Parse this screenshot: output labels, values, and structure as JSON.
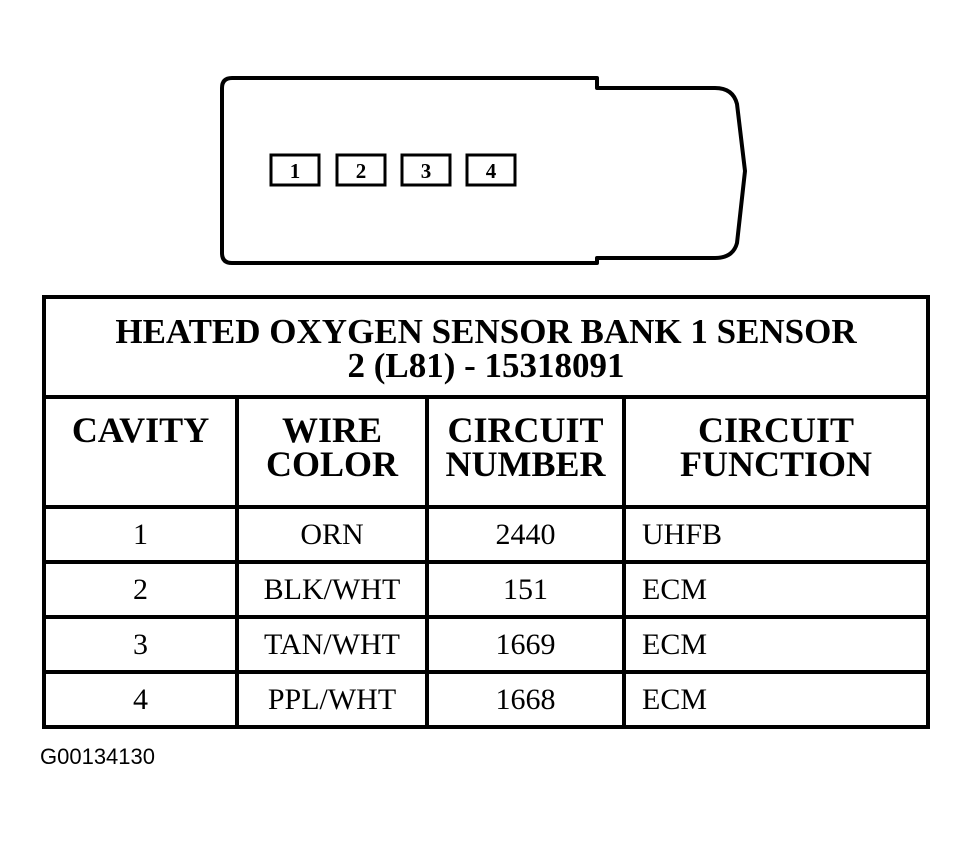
{
  "connector": {
    "pins": [
      "1",
      "2",
      "3",
      "4"
    ]
  },
  "table": {
    "title_line1": "HEATED OXYGEN SENSOR BANK 1 SENSOR",
    "title_line2": "2 (L81) - 15318091",
    "headers": [
      {
        "line1": "CAVITY",
        "line2": ""
      },
      {
        "line1": "WIRE",
        "line2": "COLOR"
      },
      {
        "line1": "CIRCUIT",
        "line2": "NUMBER"
      },
      {
        "line1": "CIRCUIT",
        "line2": "FUNCTION"
      }
    ],
    "rows": [
      {
        "cavity": "1",
        "wire_color": "ORN",
        "circuit_number": "2440",
        "circuit_function": "UHFB"
      },
      {
        "cavity": "2",
        "wire_color": "BLK/WHT",
        "circuit_number": "151",
        "circuit_function": "ECM"
      },
      {
        "cavity": "3",
        "wire_color": "TAN/WHT",
        "circuit_number": "1669",
        "circuit_function": "ECM"
      },
      {
        "cavity": "4",
        "wire_color": "PPL/WHT",
        "circuit_number": "1668",
        "circuit_function": "ECM"
      }
    ]
  },
  "figure_id": "G00134130"
}
